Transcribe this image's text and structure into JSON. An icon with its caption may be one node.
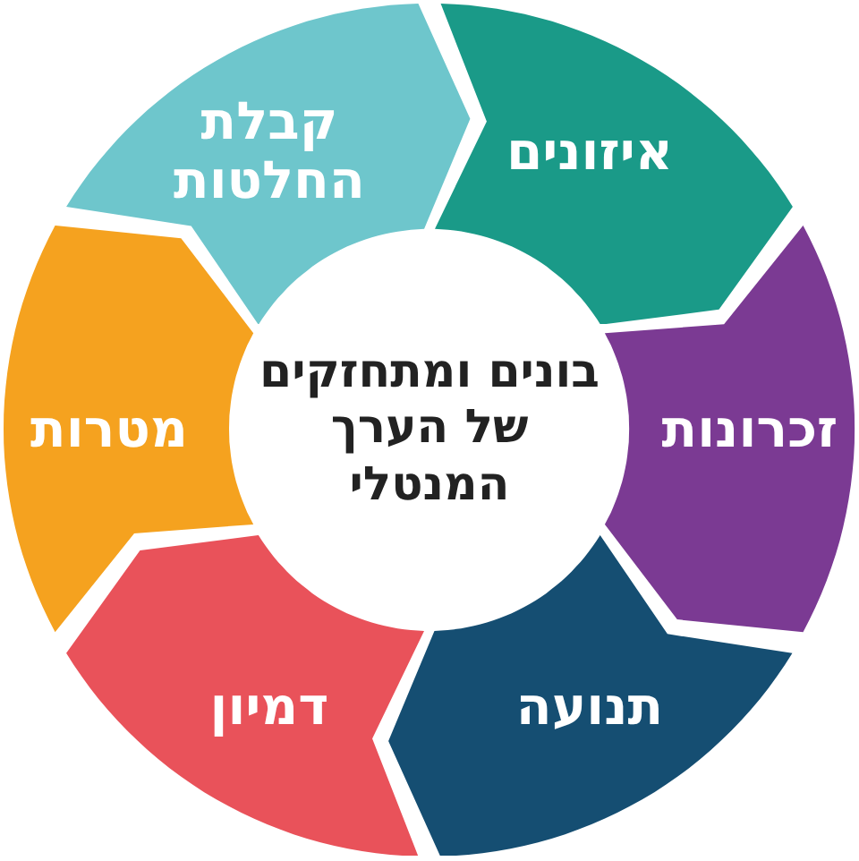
{
  "diagram": {
    "nodes": [
      {
        "text": [
          "בונים ומתחזקים של הערך המנטלי"
        ]
      },
      {
        "text": [
          "איזונים"
        ]
      },
      {
        "text": [
          "זכרונות"
        ]
      },
      {
        "text": [
          "תנועה"
        ]
      },
      {
        "text": [
          "דמיון"
        ]
      },
      {
        "text": [
          "מטרות"
        ]
      },
      {
        "text": [
          "קבלת החלטות"
        ]
      }
    ]
  }
}
